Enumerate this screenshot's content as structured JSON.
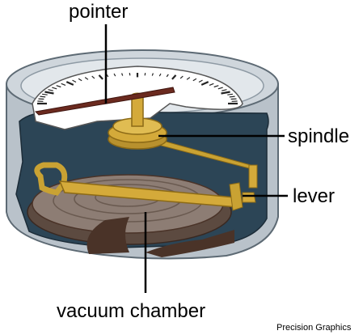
{
  "labels": {
    "pointer": "pointer",
    "spindle": "spindle",
    "lever": "lever",
    "vacuum_chamber": "vacuum chamber"
  },
  "credit": "Precision Graphics",
  "colors": {
    "casing": "#c4ccd3",
    "casing_dark": "#8e9aa4",
    "interior": "#2c4556",
    "dial_face": "#ffffff",
    "pointer": "#6b2a1f",
    "brass": "#d4aa3a",
    "brass_dark": "#8c6a16",
    "chamber": "#8d7d74",
    "chamber_dark": "#4a3328"
  }
}
